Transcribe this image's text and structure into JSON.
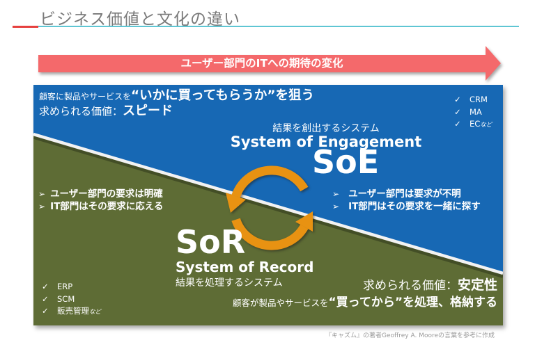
{
  "title": "ビジネス価値と文化の違い",
  "banner": {
    "label": "ユーザー部門のITへの期待の変化"
  },
  "soe": {
    "aim_prefix": "顧客に製品やサービスを",
    "aim_bold": "“いかに買ってもらうか”を狙う",
    "value_prefix": "求められる価値：",
    "value_bold": "スピード",
    "subtitle_jp": "結果を創出するシステム",
    "subtitle_en": "System of Engagement",
    "acronym": "SoE",
    "checks": [
      {
        "label": "CRM",
        "suffix": ""
      },
      {
        "label": "MA",
        "suffix": ""
      },
      {
        "label": "EC",
        "suffix": "など"
      }
    ],
    "bullets": [
      "ユーザー部門は要求が不明",
      "IT部門はその要求を一緒に探す"
    ]
  },
  "sor": {
    "acronym": "SoR",
    "subtitle_en": "System of Record",
    "subtitle_jp": "結果を処理するシステム",
    "bullets": [
      "ユーザー部門の要求は明確",
      "IT部門はその要求に応える"
    ],
    "checks": [
      {
        "label": "ERP",
        "suffix": ""
      },
      {
        "label": "SCM",
        "suffix": ""
      },
      {
        "label": "販売管理",
        "suffix": "など"
      }
    ],
    "value_prefix": "求められる価値：",
    "value_bold": "安定性",
    "handle_prefix": "顧客が製品やサービスを",
    "handle_bold": "“買ってから”を処理、格納する"
  },
  "footer": "『キャズム』の著者Geoffrey A. Mooreの言葉を参考に作成",
  "ui": {
    "check": "✓",
    "bullet": "➢"
  },
  "colors": {
    "soe_blue": "#1768b4",
    "sor_green": "#5e6c35",
    "cycle_orange": "#e89212",
    "banner_red": "#f4696b",
    "underline_red": "#e6403e",
    "underline_cyan": "#5fc6d3",
    "title_gray": "#7a7a7a"
  }
}
